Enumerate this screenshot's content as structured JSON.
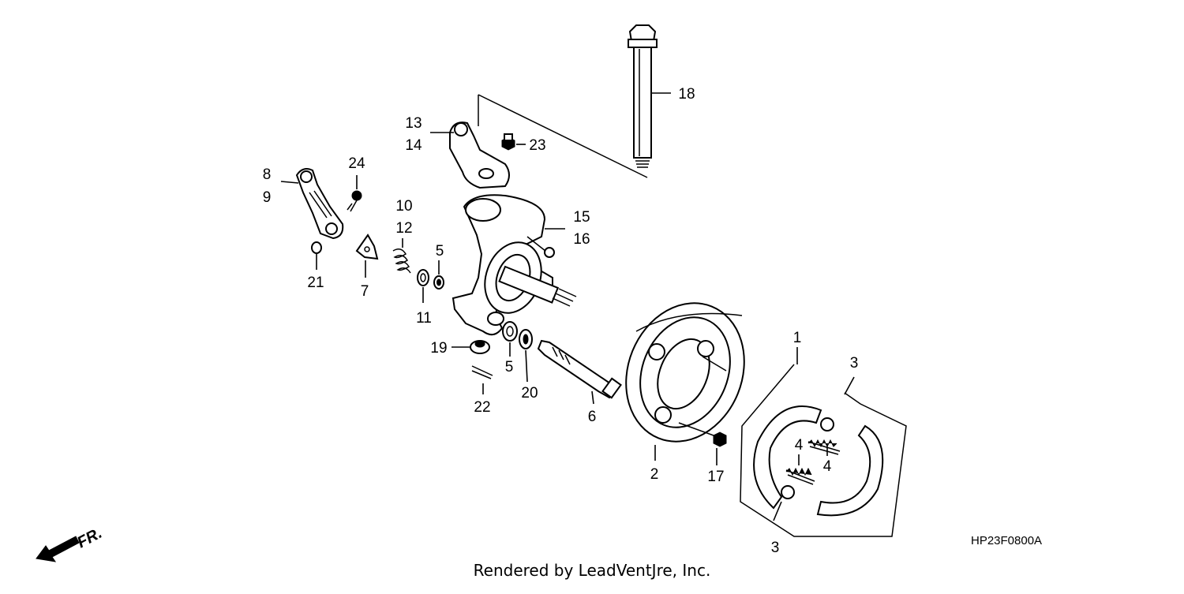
{
  "diagram": {
    "callouts": [
      {
        "id": "c1",
        "label": "1"
      },
      {
        "id": "c2",
        "label": "2"
      },
      {
        "id": "c3a",
        "label": "3"
      },
      {
        "id": "c3b",
        "label": "3"
      },
      {
        "id": "c4a",
        "label": "4"
      },
      {
        "id": "c4b",
        "label": "4"
      },
      {
        "id": "c5a",
        "label": "5"
      },
      {
        "id": "c5b",
        "label": "5"
      },
      {
        "id": "c6",
        "label": "6"
      },
      {
        "id": "c7",
        "label": "7"
      },
      {
        "id": "c8",
        "label": "8"
      },
      {
        "id": "c9",
        "label": "9"
      },
      {
        "id": "c10",
        "label": "10"
      },
      {
        "id": "c11",
        "label": "11"
      },
      {
        "id": "c12",
        "label": "12"
      },
      {
        "id": "c13",
        "label": "13"
      },
      {
        "id": "c14",
        "label": "14"
      },
      {
        "id": "c15",
        "label": "15"
      },
      {
        "id": "c16",
        "label": "16"
      },
      {
        "id": "c17",
        "label": "17"
      },
      {
        "id": "c18",
        "label": "18"
      },
      {
        "id": "c19",
        "label": "19"
      },
      {
        "id": "c20",
        "label": "20"
      },
      {
        "id": "c21",
        "label": "21"
      },
      {
        "id": "c22",
        "label": "22"
      },
      {
        "id": "c23",
        "label": "23"
      },
      {
        "id": "c24",
        "label": "24"
      }
    ],
    "diagram_code": "HP23F0800A",
    "direction_label": "FR.",
    "footer": "Rendered by LeadVentJre, Inc."
  }
}
